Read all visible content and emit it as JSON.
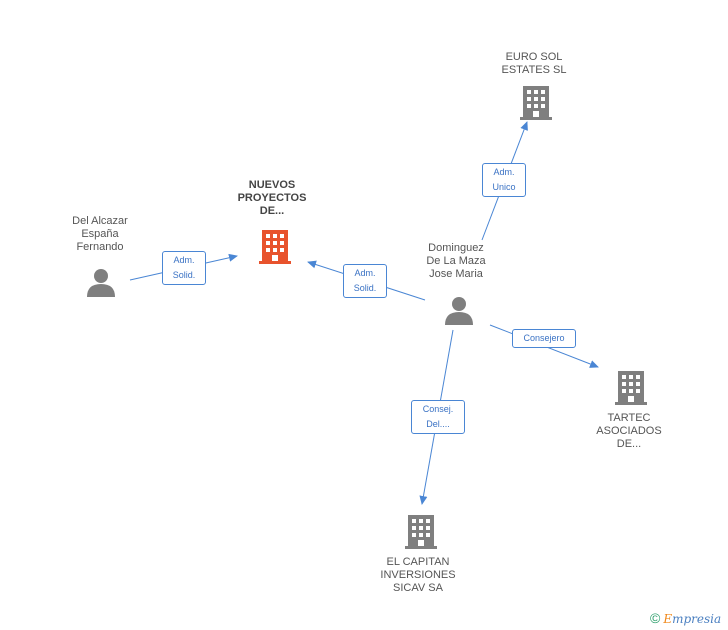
{
  "colors": {
    "edge": "#4a86d4",
    "company": "#7f7f7f",
    "main_company": "#e8532d",
    "person": "#7f7f7f"
  },
  "nodes": {
    "main": {
      "lines": [
        "NUEVOS",
        "PROYECTOS",
        "DE..."
      ],
      "icon": "building-icon"
    },
    "del_alcazar": {
      "lines": [
        "Del Alcazar",
        "España",
        "Fernando"
      ],
      "icon": "person-icon"
    },
    "dominguez": {
      "lines": [
        "Dominguez",
        "De La Maza",
        "Jose Maria"
      ],
      "icon": "person-icon"
    },
    "euro_sol": {
      "lines": [
        "EURO SOL",
        "ESTATES SL"
      ],
      "icon": "building-icon"
    },
    "tartec": {
      "lines": [
        "TARTEC",
        "ASOCIADOS",
        "DE..."
      ],
      "icon": "building-icon"
    },
    "el_capitan": {
      "lines": [
        "EL CAPITAN",
        "INVERSIONES",
        "SICAV SA"
      ],
      "icon": "building-icon"
    }
  },
  "edges": {
    "alcazar_main": [
      "Adm.",
      "Solid."
    ],
    "dominguez_main": [
      "Adm.",
      "Solid."
    ],
    "dominguez_eurosol": [
      "Adm.",
      "Unico"
    ],
    "dominguez_tartec": [
      "Consejero"
    ],
    "dominguez_capitan": [
      "Consej.",
      "Del...."
    ]
  },
  "footer": {
    "copyright": "©",
    "brand_first": "E",
    "brand_rest": "mpresia"
  }
}
